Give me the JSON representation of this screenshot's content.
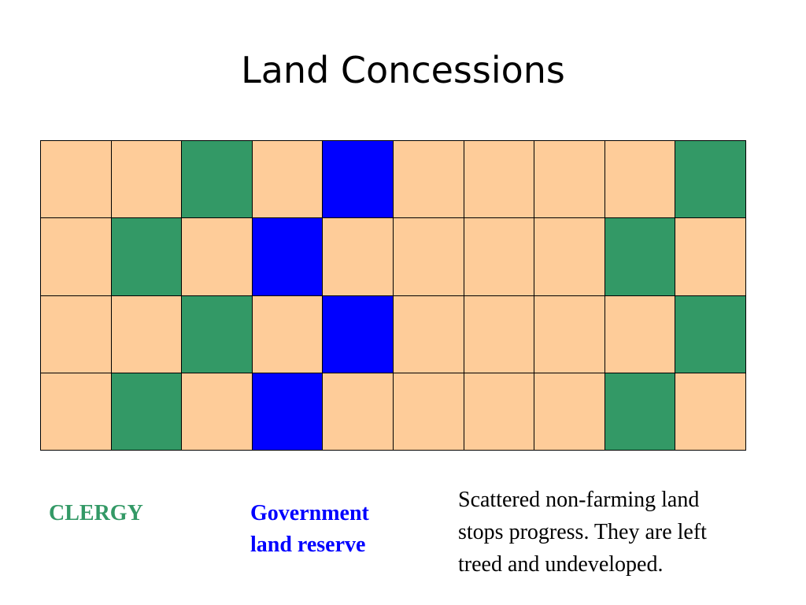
{
  "slide": {
    "title": "Land Concessions"
  },
  "colors": {
    "farm": "#FECC99",
    "clergy": "#339966",
    "government": "#0000FF"
  },
  "grid": {
    "rows": 4,
    "cols": 10,
    "cells": [
      [
        "farm",
        "farm",
        "clergy",
        "farm",
        "government",
        "farm",
        "farm",
        "farm",
        "farm",
        "clergy"
      ],
      [
        "farm",
        "clergy",
        "farm",
        "government",
        "farm",
        "farm",
        "farm",
        "farm",
        "clergy",
        "farm"
      ],
      [
        "farm",
        "farm",
        "clergy",
        "farm",
        "government",
        "farm",
        "farm",
        "farm",
        "farm",
        "clergy"
      ],
      [
        "farm",
        "clergy",
        "farm",
        "government",
        "farm",
        "farm",
        "farm",
        "farm",
        "clergy",
        "farm"
      ]
    ]
  },
  "legend": {
    "clergy_label": "CLERGY",
    "government_label": "Government land reserve"
  },
  "note": {
    "text": "Scattered non-farming land stops progress.  They are left treed and undeveloped."
  }
}
